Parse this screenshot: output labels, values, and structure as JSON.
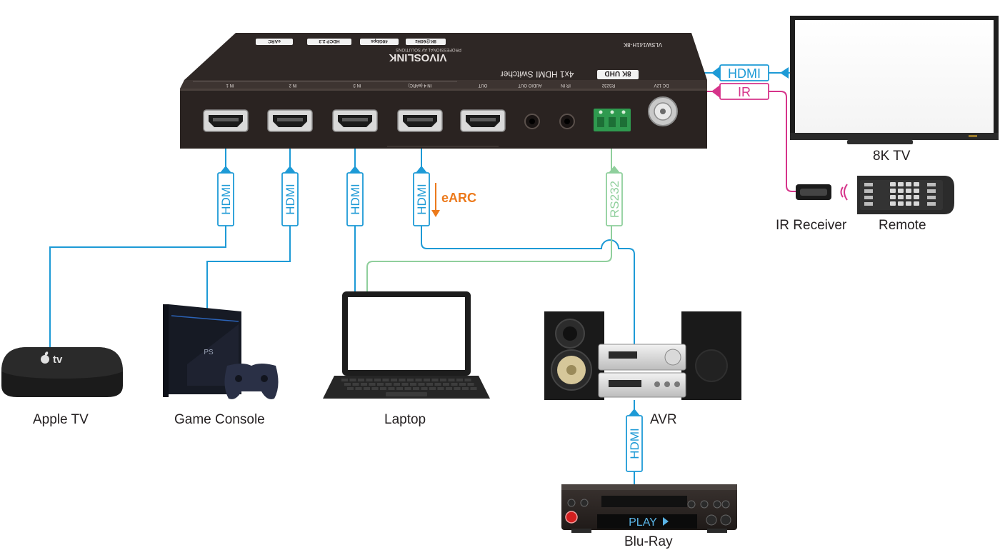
{
  "switcher": {
    "model": "VLSW141H-8K",
    "brand": "VIVOSLINK",
    "brand_sub": "PROFESSIONAL AV SOLUTIONS",
    "badge": "8K UHD",
    "product_name": "4x1 HDMI Switcher",
    "feature_badges": [
      "eARC",
      "HDCP 2.3",
      "40Gbps",
      "8K@60Hz"
    ],
    "port_labels": [
      "IN 1",
      "IN 2",
      "IN 3",
      "IN 4 (eARC)",
      "OUT",
      "AUDIO OUT",
      "IR IN",
      "RS232",
      "DC 12V"
    ]
  },
  "links": {
    "hdmi": "HDMI",
    "ir": "IR",
    "rs232": "RS232",
    "earc": "eARC"
  },
  "devices": {
    "tv": "8K TV",
    "ir_receiver": "IR Receiver",
    "remote": "Remote",
    "apple_tv": "Apple TV",
    "game_console": "Game Console",
    "laptop": "Laptop",
    "avr": "AVR",
    "bluray": "Blu-Ray",
    "bluray_display": "PLAY",
    "appletv_logo": "tv"
  },
  "colors": {
    "hdmi": "#1d9ad6",
    "ir": "#d6338a",
    "rs232": "#8fcf9c",
    "earc": "#ec7a1c",
    "device_dark": "#2b2523"
  }
}
